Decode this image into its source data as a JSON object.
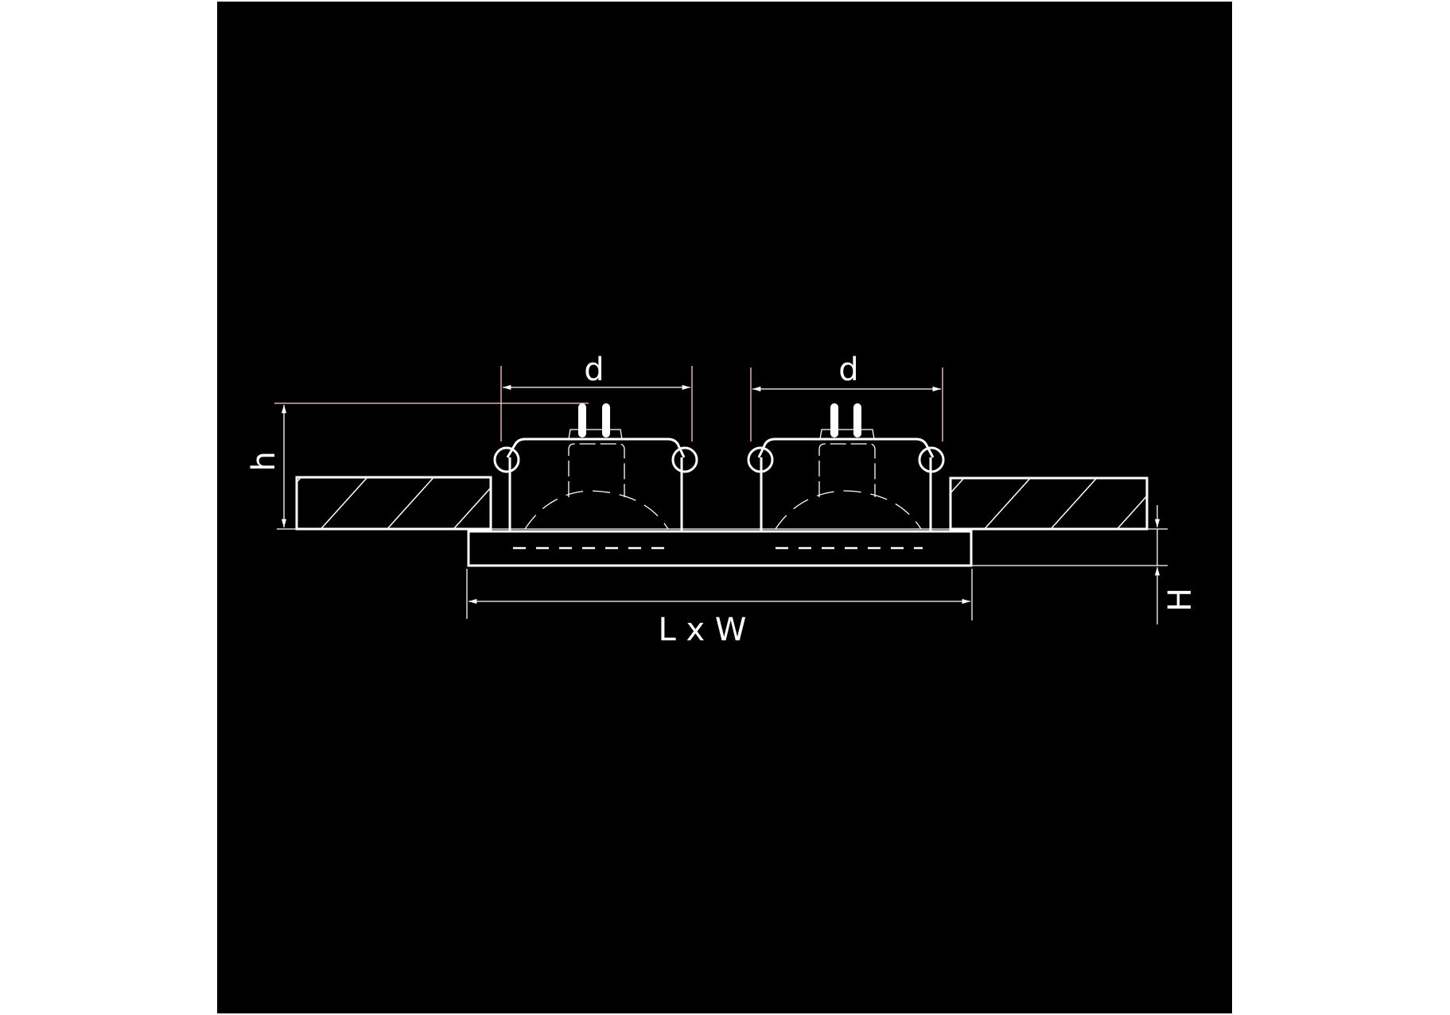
{
  "diagram": {
    "labels": {
      "d_left": "d",
      "d_right": "d",
      "h": "h",
      "H": "H",
      "lw": "L x W"
    },
    "colors": {
      "background": "#000000",
      "line": "#ffffff",
      "dimension_line": "#ffd0d0",
      "page": "#ffffff"
    }
  }
}
